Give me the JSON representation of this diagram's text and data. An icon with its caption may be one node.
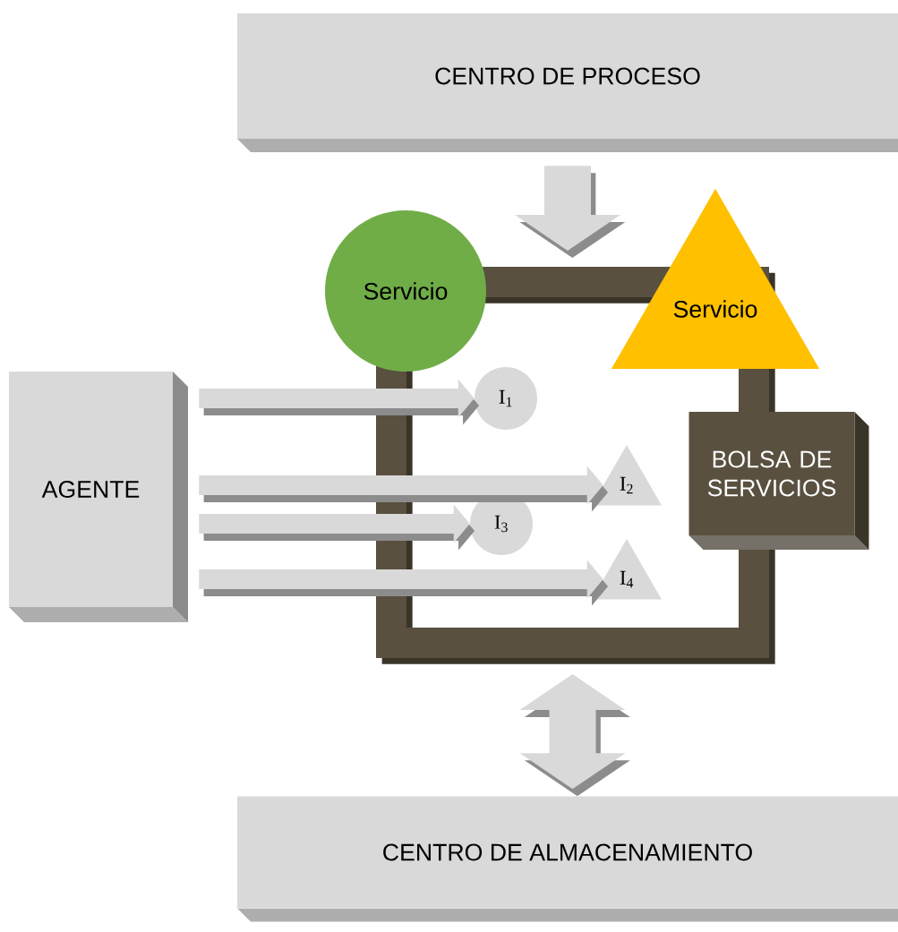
{
  "diagram": {
    "nodes": [
      {
        "text": [
          "CENTRO DE PROCESO"
        ]
      },
      {
        "text": [],
        "shape": "frame"
      },
      {
        "text": [
          "Servicio"
        ]
      },
      {
        "text": [
          "Servicio"
        ]
      },
      {
        "text": [
          "AGENTE"
        ]
      },
      {
        "text": [
          "I$_{1}$"
        ],
        "in": 1
      },
      {
        "text": [
          "I$_{2}$"
        ],
        "in": 1
      },
      {
        "text": [
          "I$_{3}$"
        ],
        "in": 1
      },
      {
        "text": [
          "I$_{4}$"
        ],
        "in": 1
      },
      {
        "text": [
          "BOLSA DE SERVICIOS"
        ]
      },
      {
        "text": [
          "CENTRO DE ALMACENAMIENTO"
        ]
      }
    ],
    "edges": [
      {
        "from": 0,
        "to": 1,
        "arrow": "to",
        "style": "thick"
      },
      {
        "from": 1,
        "to": 10,
        "arrow": "both",
        "style": "thick"
      },
      {
        "from": 4,
        "to": 5,
        "arrow": "to"
      },
      {
        "from": 4,
        "to": 6,
        "arrow": "to"
      },
      {
        "from": 4,
        "to": 7,
        "arrow": "to"
      },
      {
        "from": 4,
        "to": 8,
        "arrow": "to"
      }
    ]
  }
}
